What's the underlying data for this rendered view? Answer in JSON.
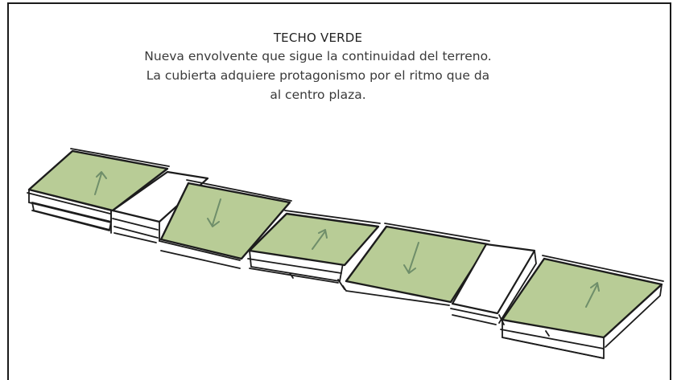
{
  "caption": {
    "title": "TECHO VERDE",
    "lines": [
      "Nueva envolvente que sigue la continuidad del terreno.",
      "La cubierta adquiere protagonismo por el ritmo que da",
      "al centro plaza."
    ]
  },
  "colors": {
    "green_roof": "#b8cc96",
    "arrow": "#6f8e6a",
    "ink": "#1c1c1c",
    "white_roof": "#ffffff"
  },
  "modules": [
    {
      "type": "green",
      "arrow": "up-arrow"
    },
    {
      "type": "white"
    },
    {
      "type": "green",
      "arrow": "down-arrow"
    },
    {
      "type": "green",
      "arrow": "up-arrow"
    },
    {
      "type": "green",
      "arrow": "down-arrow"
    },
    {
      "type": "white"
    },
    {
      "type": "green",
      "arrow": "up-arrow"
    }
  ]
}
